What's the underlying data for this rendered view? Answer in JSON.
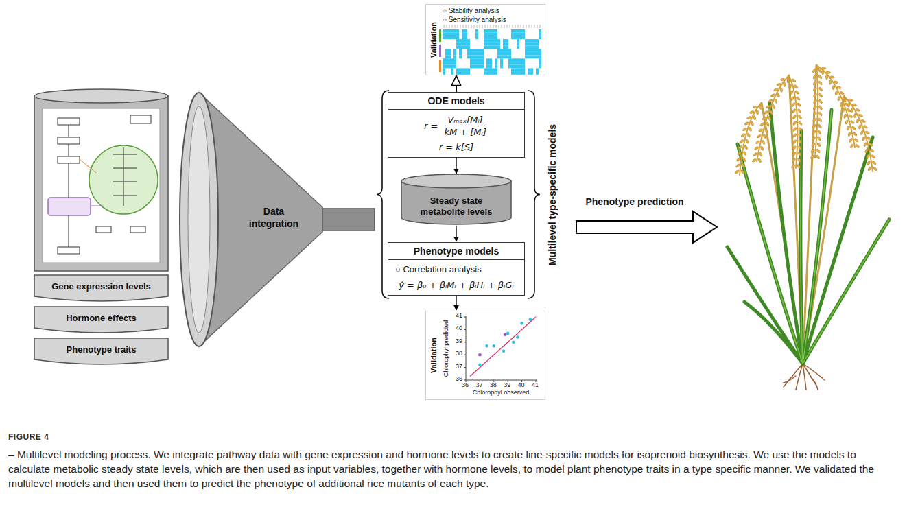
{
  "diagram": {
    "caption": "– Multilevel modeling process. We integrate pathway data with gene expression and hormone levels to create line-specific models for isoprenoid biosynthesis. We use the models to calculate metabolic steady state levels, which are then used as input variables, together with hormone levels, to model plant phenotype traits in a type specific manner. We validated the multilevel models and then used them to predict the phenotype of additional rice mutants of each type.",
    "nodes": [
      {
        "text": [
          "Gene expression levels"
        ]
      },
      {
        "text": [
          "Hormone effects"
        ]
      },
      {
        "text": [
          "Phenotype traits"
        ]
      },
      {
        "text": [
          "Data integration"
        ]
      },
      {
        "text": [
          "Validation",
          "○ Stability analysis",
          "○ Sensitivity analysis"
        ]
      },
      {
        "text": [
          "Multilevel type-specific models"
        ]
      },
      {
        "text": [
          "ODE models",
          "r =",
          "Vₘₐₓ[Mᵢ]",
          "kM + [Mᵢ]",
          "r = k[S]"
        ],
        "in": 5
      },
      {
        "text": [
          "Steady state metabolite levels"
        ],
        "in": 5
      },
      {
        "text": [
          "Phenotype models",
          "○ Correlation analysis",
          "ŷ = β₀ + βᵢMᵢ + βᵢHᵢ + βᵢGᵢ"
        ],
        "in": 5
      },
      {
        "text": [
          "Validation",
          "Chlorophyl predicted",
          "Chlorophyl observed"
        ]
      }
    ],
    "edges": [
      {
        "from": 6,
        "to": 4,
        "arrow": "to"
      },
      {
        "from": 6,
        "to": 7,
        "arrow": "to"
      },
      {
        "from": 7,
        "to": 8,
        "arrow": "to"
      },
      {
        "from": 8,
        "to": 9,
        "arrow": "to"
      }
    ],
    "labels": [
      "Phenotype prediction",
      "36",
      "37",
      "38",
      "39",
      "40",
      "41",
      "36",
      "37",
      "38",
      "39",
      "40",
      "41",
      "FIGURE 4"
    ]
  }
}
